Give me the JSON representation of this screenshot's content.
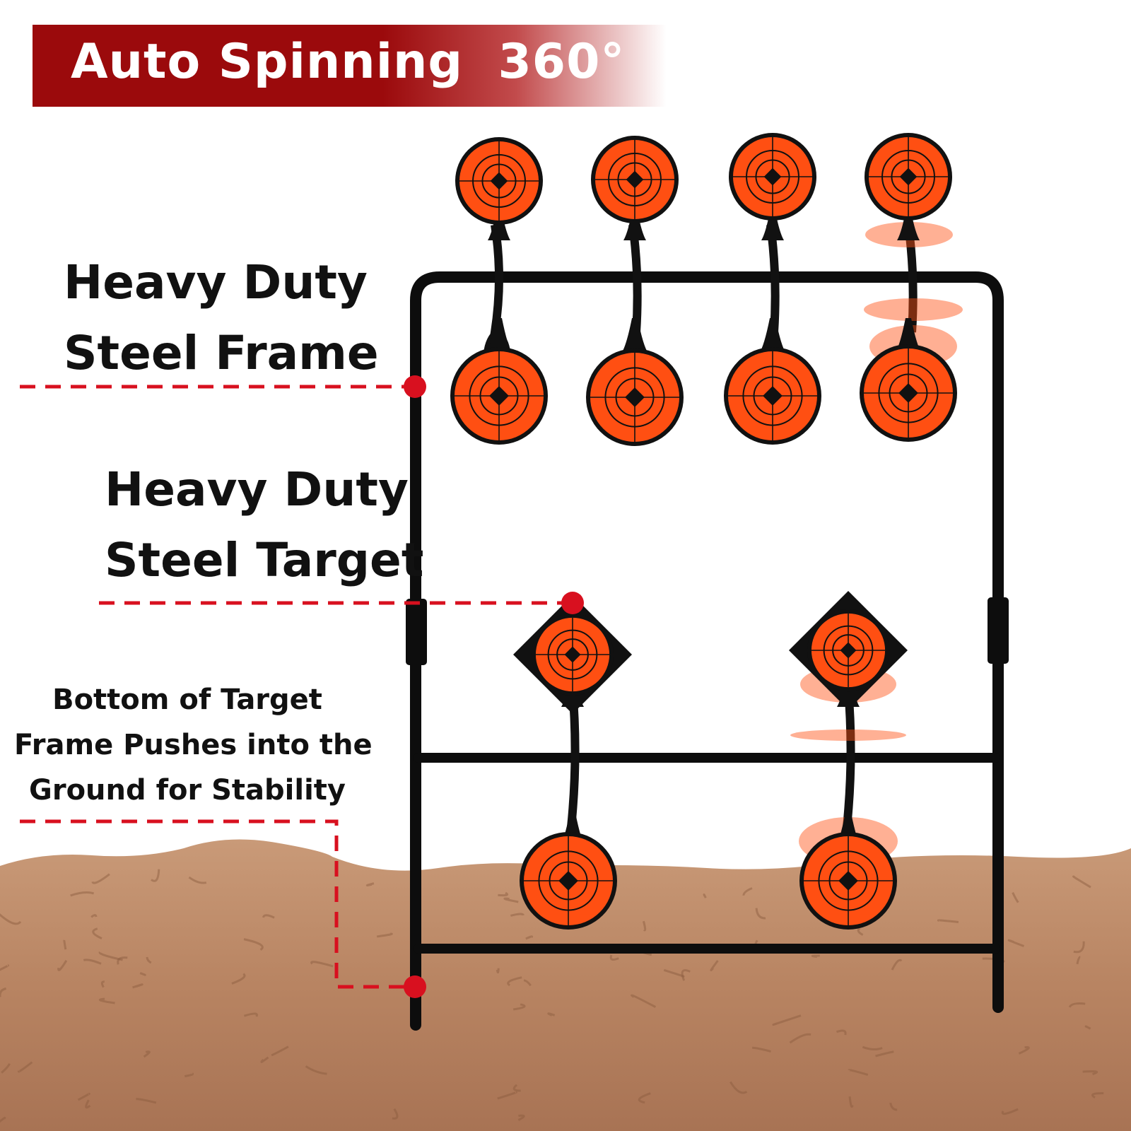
{
  "banner": {
    "title": "Auto Spinning  360°",
    "color": "#9b0a0c"
  },
  "callouts": {
    "frame": {
      "line1": "Heavy Duty",
      "line2": "Steel Frame"
    },
    "target": {
      "line1": "Heavy Duty",
      "line2": "Steel Target"
    },
    "bottom": {
      "line1": "Bottom of Target",
      "line2": "Frame Pushes into the",
      "line3": "Ground for Stability"
    }
  },
  "colors": {
    "target_orange": "#ff4f12",
    "frame_black": "#0d0d0d",
    "leader_red": "#d8101f",
    "ground": "#b98565"
  },
  "product": {
    "circle_target_count": 10,
    "diamond_target_count": 2
  }
}
